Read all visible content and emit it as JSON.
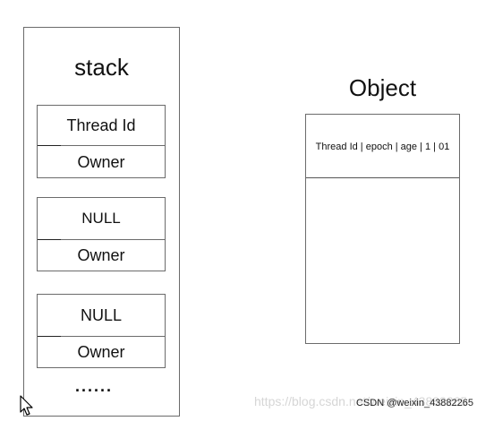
{
  "stack": {
    "title": "stack",
    "records": [
      {
        "top": "Thread Id",
        "bottom": "Owner"
      },
      {
        "top": "NULL",
        "bottom": "Owner"
      },
      {
        "top": "NULL",
        "bottom": "Owner"
      }
    ],
    "more": "......"
  },
  "object": {
    "title": "Object",
    "header_field": "Thread Id | epoch | age | 1 | 01"
  },
  "watermark": {
    "url": "https://blog.csdn.net/weixin_43882265",
    "tag": "CSDN @weixin_43882265"
  }
}
